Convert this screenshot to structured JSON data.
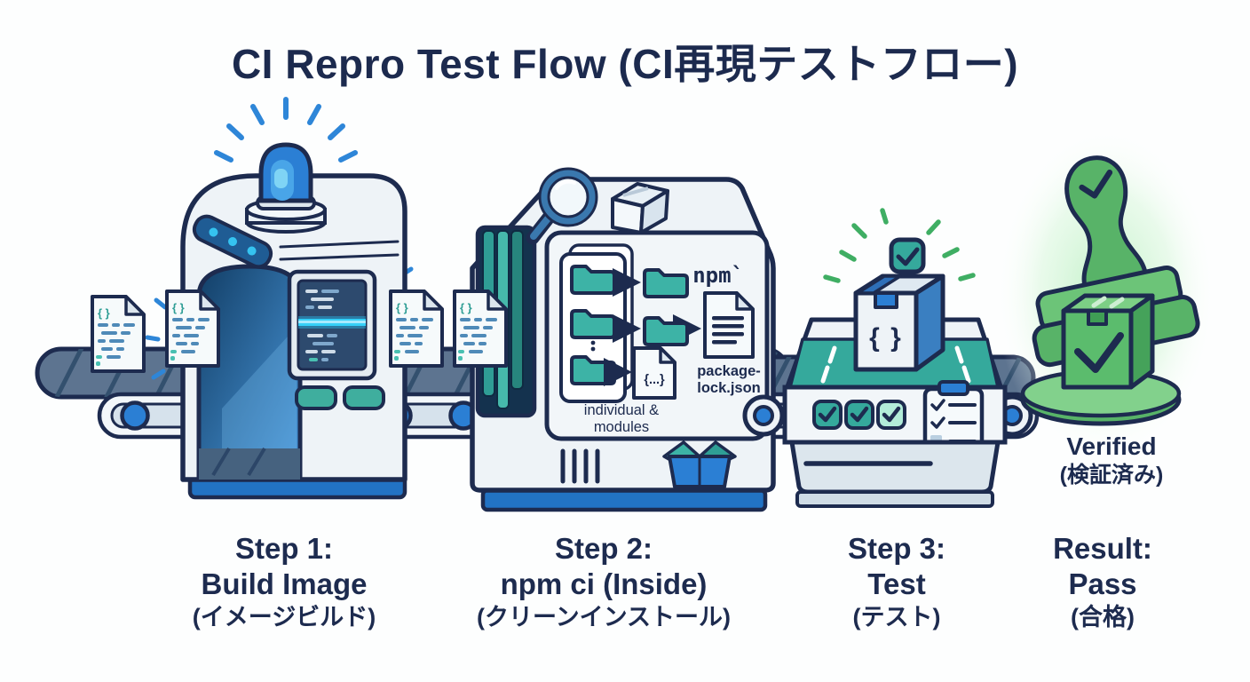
{
  "title": "CI Repro Test Flow (CI再現テストフロー)",
  "icons": {
    "code_glyph": "{ }",
    "json_glyph": "{...}",
    "box_glyph": "{ }"
  },
  "machine2": {
    "npm_label": "npm`",
    "package_lock_line1": "package-",
    "package_lock_line2": "lock.json",
    "modules_line1": "individual &",
    "modules_line2": "modules"
  },
  "result_badge": {
    "line1": "Verified",
    "line2": "(検証済み)"
  },
  "steps": [
    {
      "line1": "Step 1:",
      "line2": "Build Image",
      "line3": "(イメージビルド)"
    },
    {
      "line1": "Step 2:",
      "line2": "npm ci (Inside)",
      "line3": "(クリーンインストール)"
    },
    {
      "line1": "Step 3:",
      "line2": "Test",
      "line3": "(テスト)"
    },
    {
      "line1": "Result:",
      "line2": "Pass",
      "line3": "(合格)"
    }
  ],
  "colors": {
    "navy": "#1d2b4f",
    "teal": "#35a99c",
    "blue": "#2b7fd4",
    "belt_slate": "#5d7490",
    "green": "#58b368",
    "glow_green": "#bdf0c4",
    "scan_cyan": "#35d0f8",
    "base_blue": "#2273c4"
  }
}
